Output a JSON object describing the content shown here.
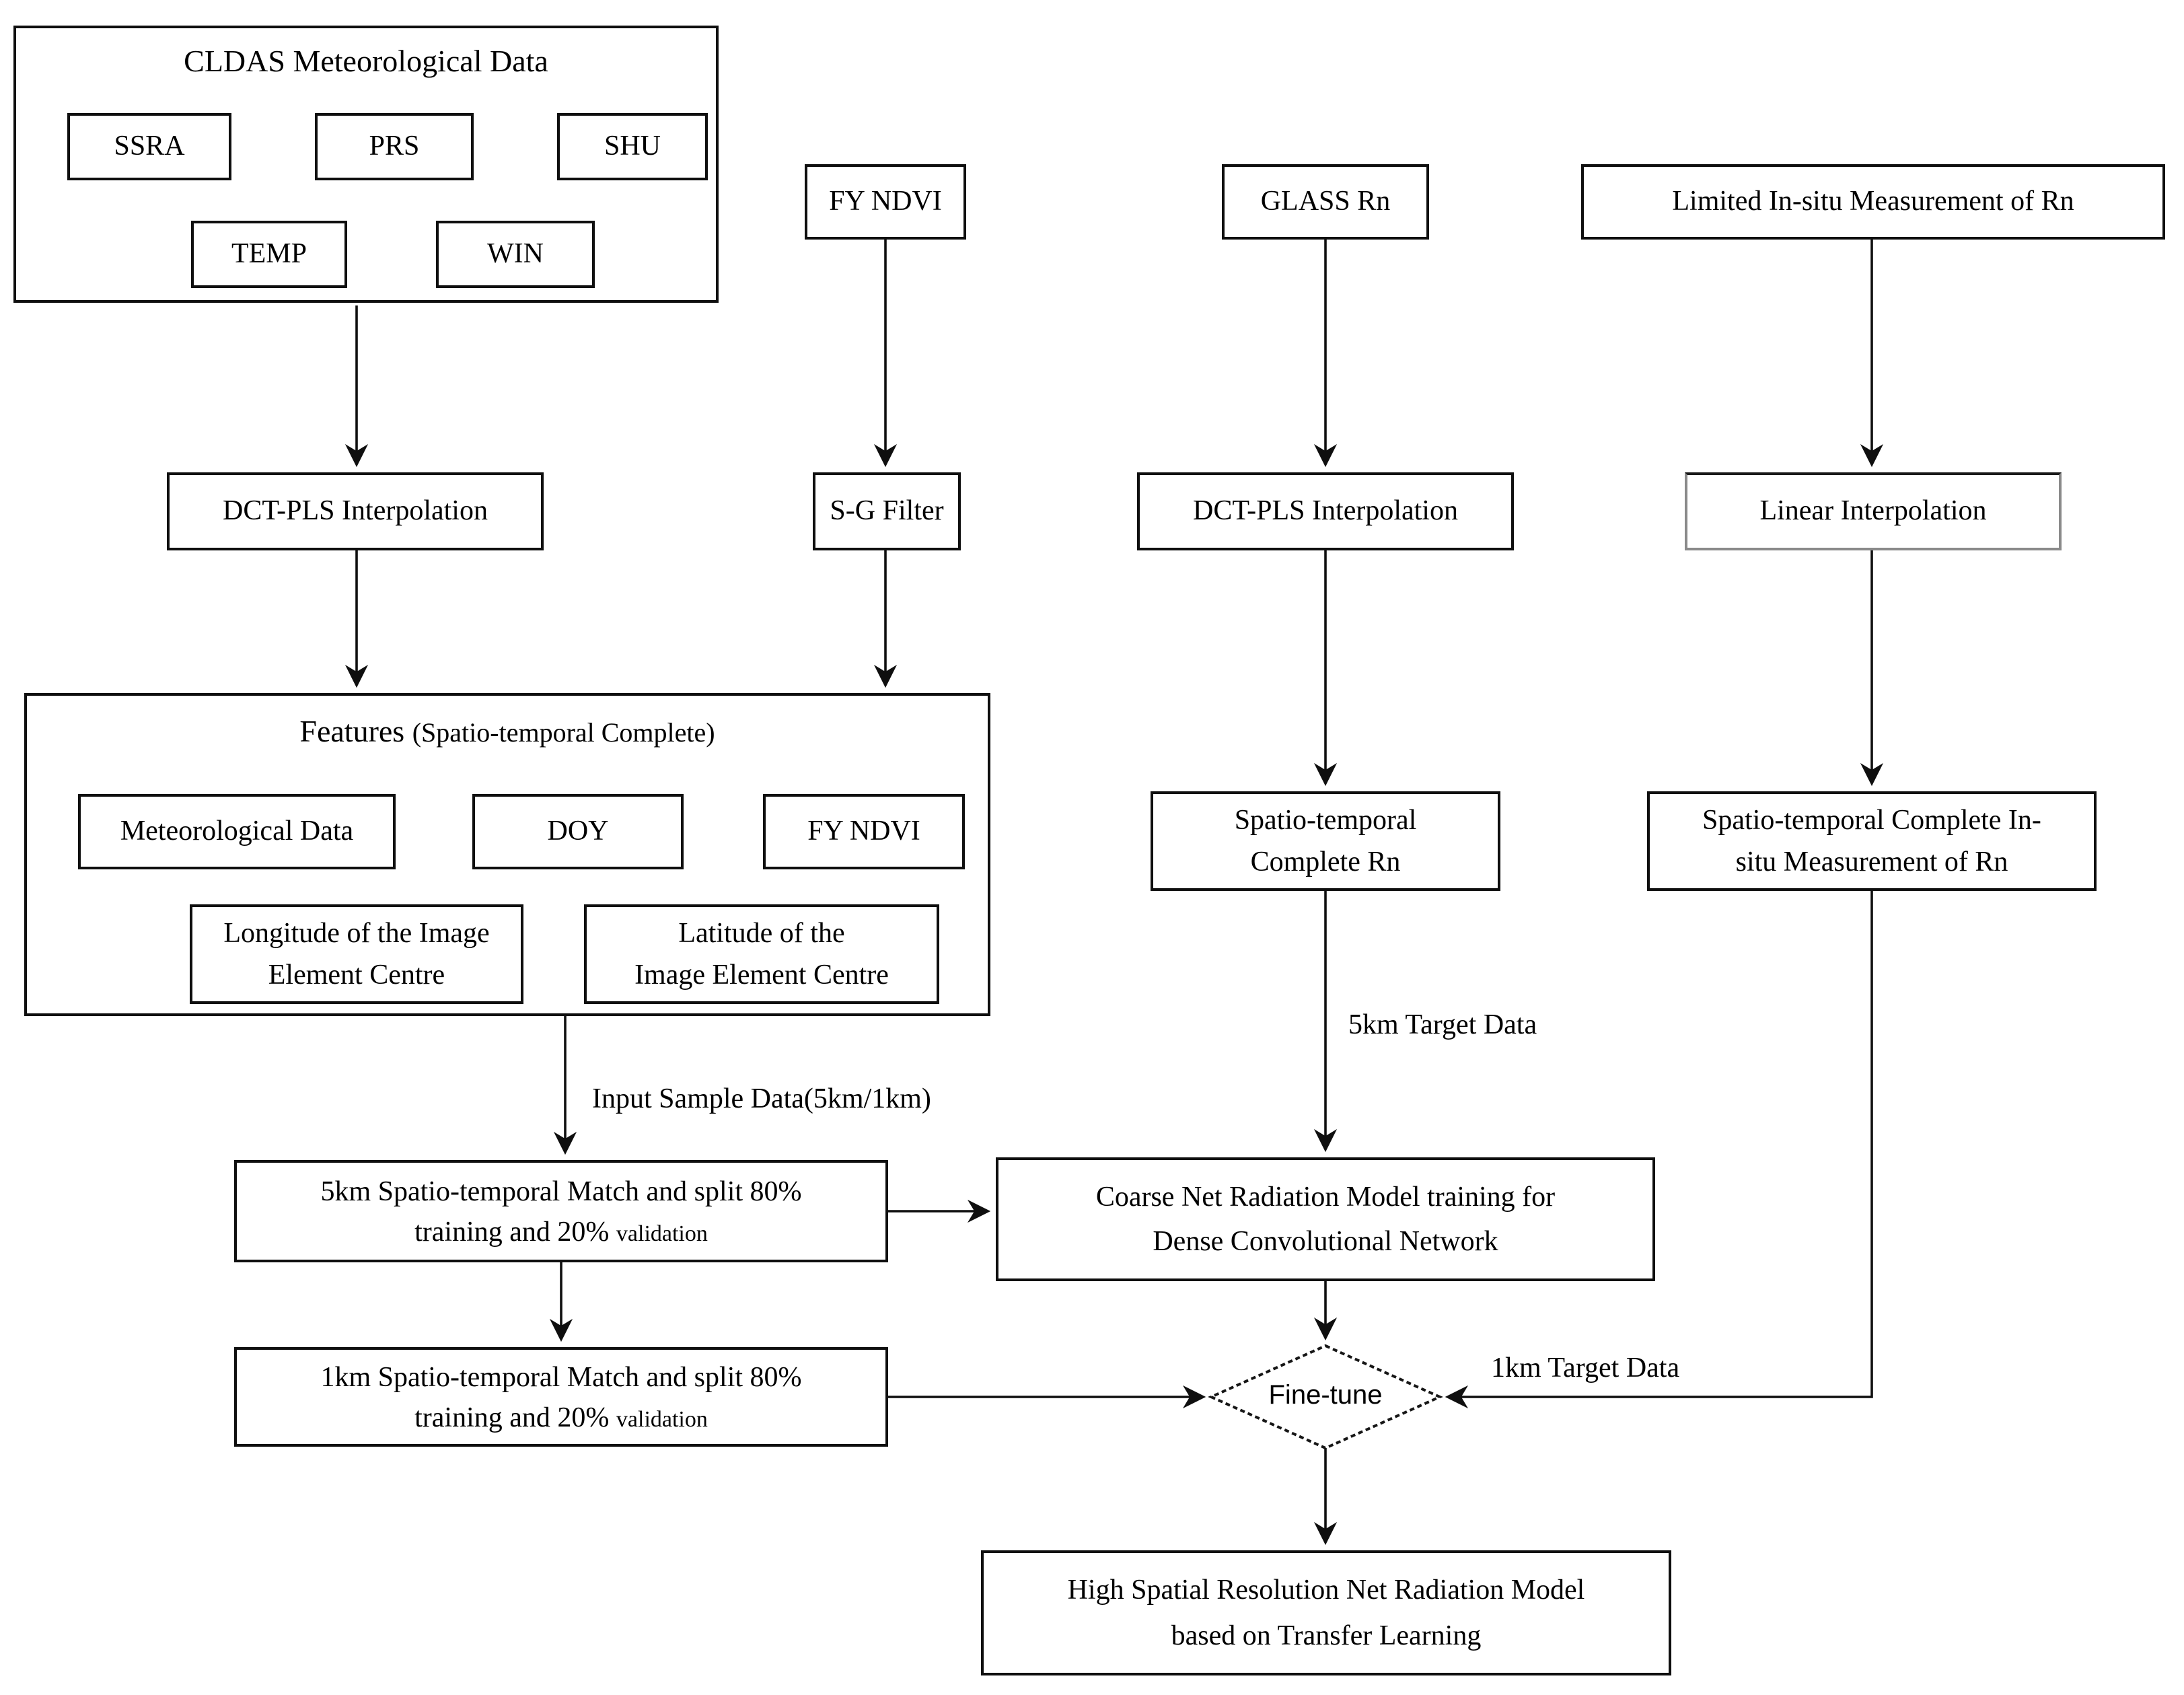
{
  "colors": {
    "background": "#ffffff",
    "line": "#0f0f0f",
    "box_border": "#0f0f0f",
    "linear_box_border": "#8a8a8a"
  },
  "cldas": {
    "title": "CLDAS Meteorological Data",
    "ssra": "SSRA",
    "prs": "PRS",
    "shu": "SHU",
    "temp": "TEMP",
    "win": "WIN"
  },
  "top_row": {
    "fy_ndvi": "FY NDVI",
    "glass_rn": "GLASS Rn",
    "limited_insitu": "Limited In-situ Measurement of Rn"
  },
  "process_row": {
    "dct_pls_left": "DCT-PLS Interpolation",
    "sg_filter": "S-G Filter",
    "dct_pls_mid": "DCT-PLS Interpolation",
    "linear_interp": "Linear Interpolation"
  },
  "features": {
    "title_main": "Features ",
    "title_sub": "(Spatio-temporal Complete)",
    "met_data": "Meteorological Data",
    "doy": "DOY",
    "fy_ndvi": "FY NDVI",
    "longitude_lines": [
      "Longitude of the Image",
      "Element Centre"
    ],
    "latitude_lines": [
      "Latitude of the",
      "Image Element Centre"
    ]
  },
  "mid_row": {
    "spt_rn_lines": [
      "Spatio-temporal",
      "Complete Rn"
    ],
    "spt_insitu_lines": [
      "Spatio-temporal Complete In-",
      "situ Measurement of Rn"
    ]
  },
  "edge_labels": {
    "input_sample": "Input Sample Data(5km/1km)",
    "target_5km": "5km Target Data",
    "target_1km": "1km Target Data"
  },
  "match_5km": {
    "line1": "5km Spatio-temporal Match and split 80%",
    "line2": "training and 20% ",
    "line2_small": "validation"
  },
  "match_1km": {
    "line1": "1km Spatio-temporal Match and split 80%",
    "line2": "training and 20% ",
    "line2_small": "validation"
  },
  "coarse_model_lines": [
    "Coarse Net Radiation Model training for",
    "Dense Convolutional Network"
  ],
  "fine_tune": "Fine-tune",
  "final_model_lines": [
    "High Spatial Resolution Net Radiation Model",
    "based on Transfer Learning"
  ]
}
